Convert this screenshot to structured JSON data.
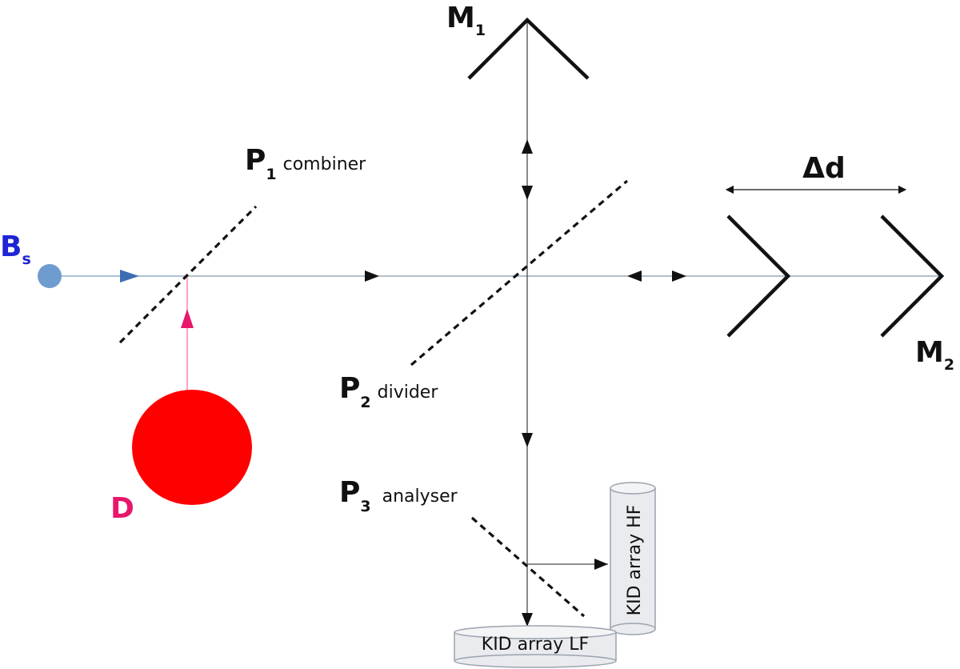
{
  "colors": {
    "source_beam": "#6f9ccf",
    "source_text": "#1f24d6",
    "detector_fill": "#ff0000",
    "detector_text": "#e8176b",
    "detector_beam": "#ff2d6f",
    "beam_line": "#7f9bbd",
    "optics": "#111111",
    "kid_fill": "#e9ebef",
    "kid_stroke": "#9aa3ad"
  },
  "labels": {
    "source": {
      "main": "B",
      "sub": "s"
    },
    "detector": "D",
    "p1": {
      "main": "P",
      "sub": "1",
      "word": "combiner"
    },
    "p2": {
      "main": "P",
      "sub": "2",
      "word": "divider"
    },
    "p3": {
      "main": "P",
      "sub": "3",
      "word": "analyser"
    },
    "m1": {
      "main": "M",
      "sub": "1"
    },
    "m2": {
      "main": "M",
      "sub": "2"
    },
    "delta": "Δd",
    "kid_lf": "KID array LF",
    "kid_hf": "KID array HF"
  },
  "icons": {
    "source": "source-disc-icon",
    "detector": "detector-disc-icon",
    "polarizer": "polarizer-grid-icon",
    "mirror": "roof-mirror-icon",
    "detector_array": "kid-array-icon"
  }
}
